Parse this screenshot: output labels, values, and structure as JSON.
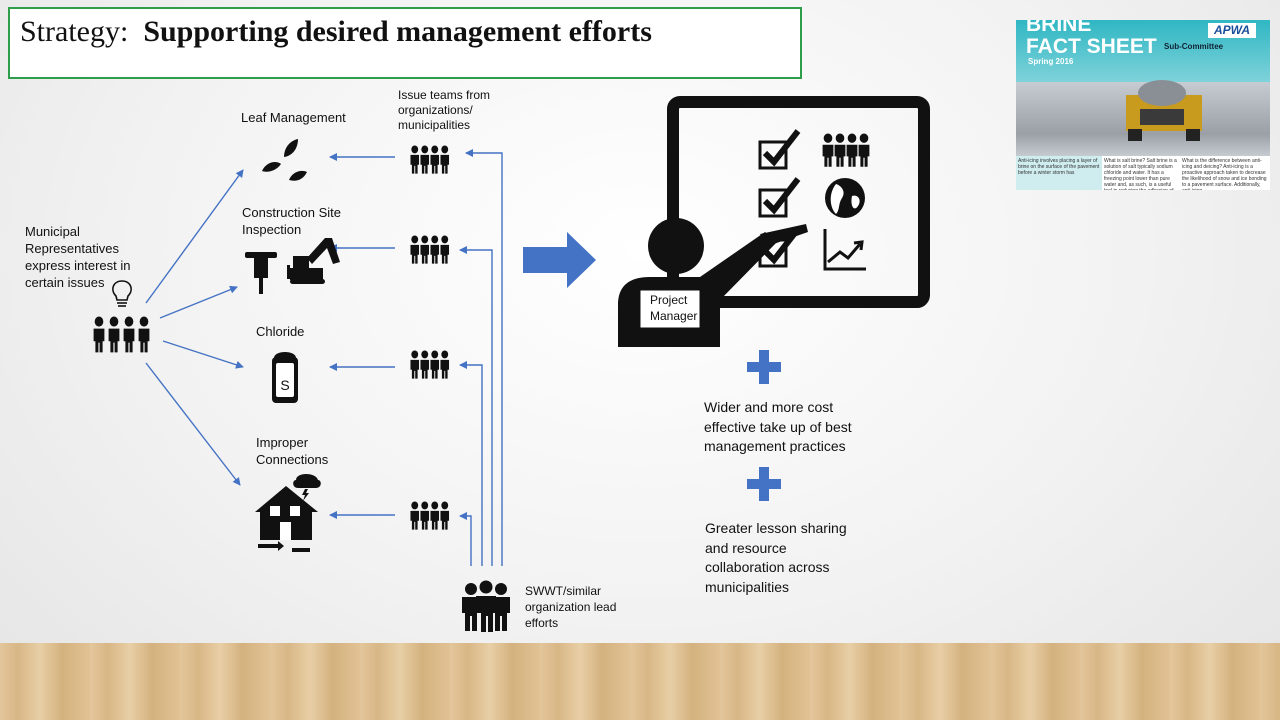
{
  "title": {
    "prefix": "Strategy:",
    "main": "Supporting desired management efforts"
  },
  "municipal": [
    "Municipal",
    "Representatives",
    "express interest in",
    "certain issues"
  ],
  "issue_teams": [
    "Issue teams from",
    "organizations/",
    "municipalities"
  ],
  "topics": {
    "leaf": [
      "Leaf Management"
    ],
    "construction": [
      "Construction Site",
      "Inspection"
    ],
    "chloride": [
      "Chloride"
    ],
    "improper": [
      "Improper",
      "Connections"
    ]
  },
  "swwt": [
    "SWWT/similar",
    "organization lead",
    "efforts"
  ],
  "project_manager": [
    "Project",
    "Manager"
  ],
  "benefits": {
    "first": [
      "Wider and more cost",
      "effective take up of best",
      "management practices"
    ],
    "second": [
      "Greater lesson sharing",
      "and resource",
      "collaboration across",
      "municipalities"
    ]
  },
  "fact_sheet": {
    "title_line1": "BRINE",
    "title_line2": "FACT SHEET",
    "season": "Spring 2016",
    "subcommittee": "Sub-Committee",
    "org": "APWA",
    "col1": "Anti-icing involves placing a layer of brine on the surface of the pavement before a winter storm has",
    "col2": "What is salt brine? Salt brine is a solution of salt typically sodium chloride and water. It has a freezing point lower than pure water and, as such, is a useful tool in reducing the adhesion of snow",
    "col3": "What is the difference between anti-icing and deicing? Anti-icing is a proactive approach taken to decrease the likelihood of snow and ice bonding to a pavement surface. Additionally, anti-icing"
  },
  "colors": {
    "accent": "#4472c4",
    "title_border": "#2e9e4a",
    "arrow": "#4472c4"
  },
  "icons": [
    "lightbulb-icon",
    "people-icon",
    "leaf-icon",
    "jackhammer-icon",
    "excavator-icon",
    "salt-shaker-icon",
    "house-storm-icon",
    "presenter-icon",
    "checkbox-icon",
    "globe-icon",
    "chart-icon",
    "plus-icon",
    "arrow-right-icon"
  ]
}
